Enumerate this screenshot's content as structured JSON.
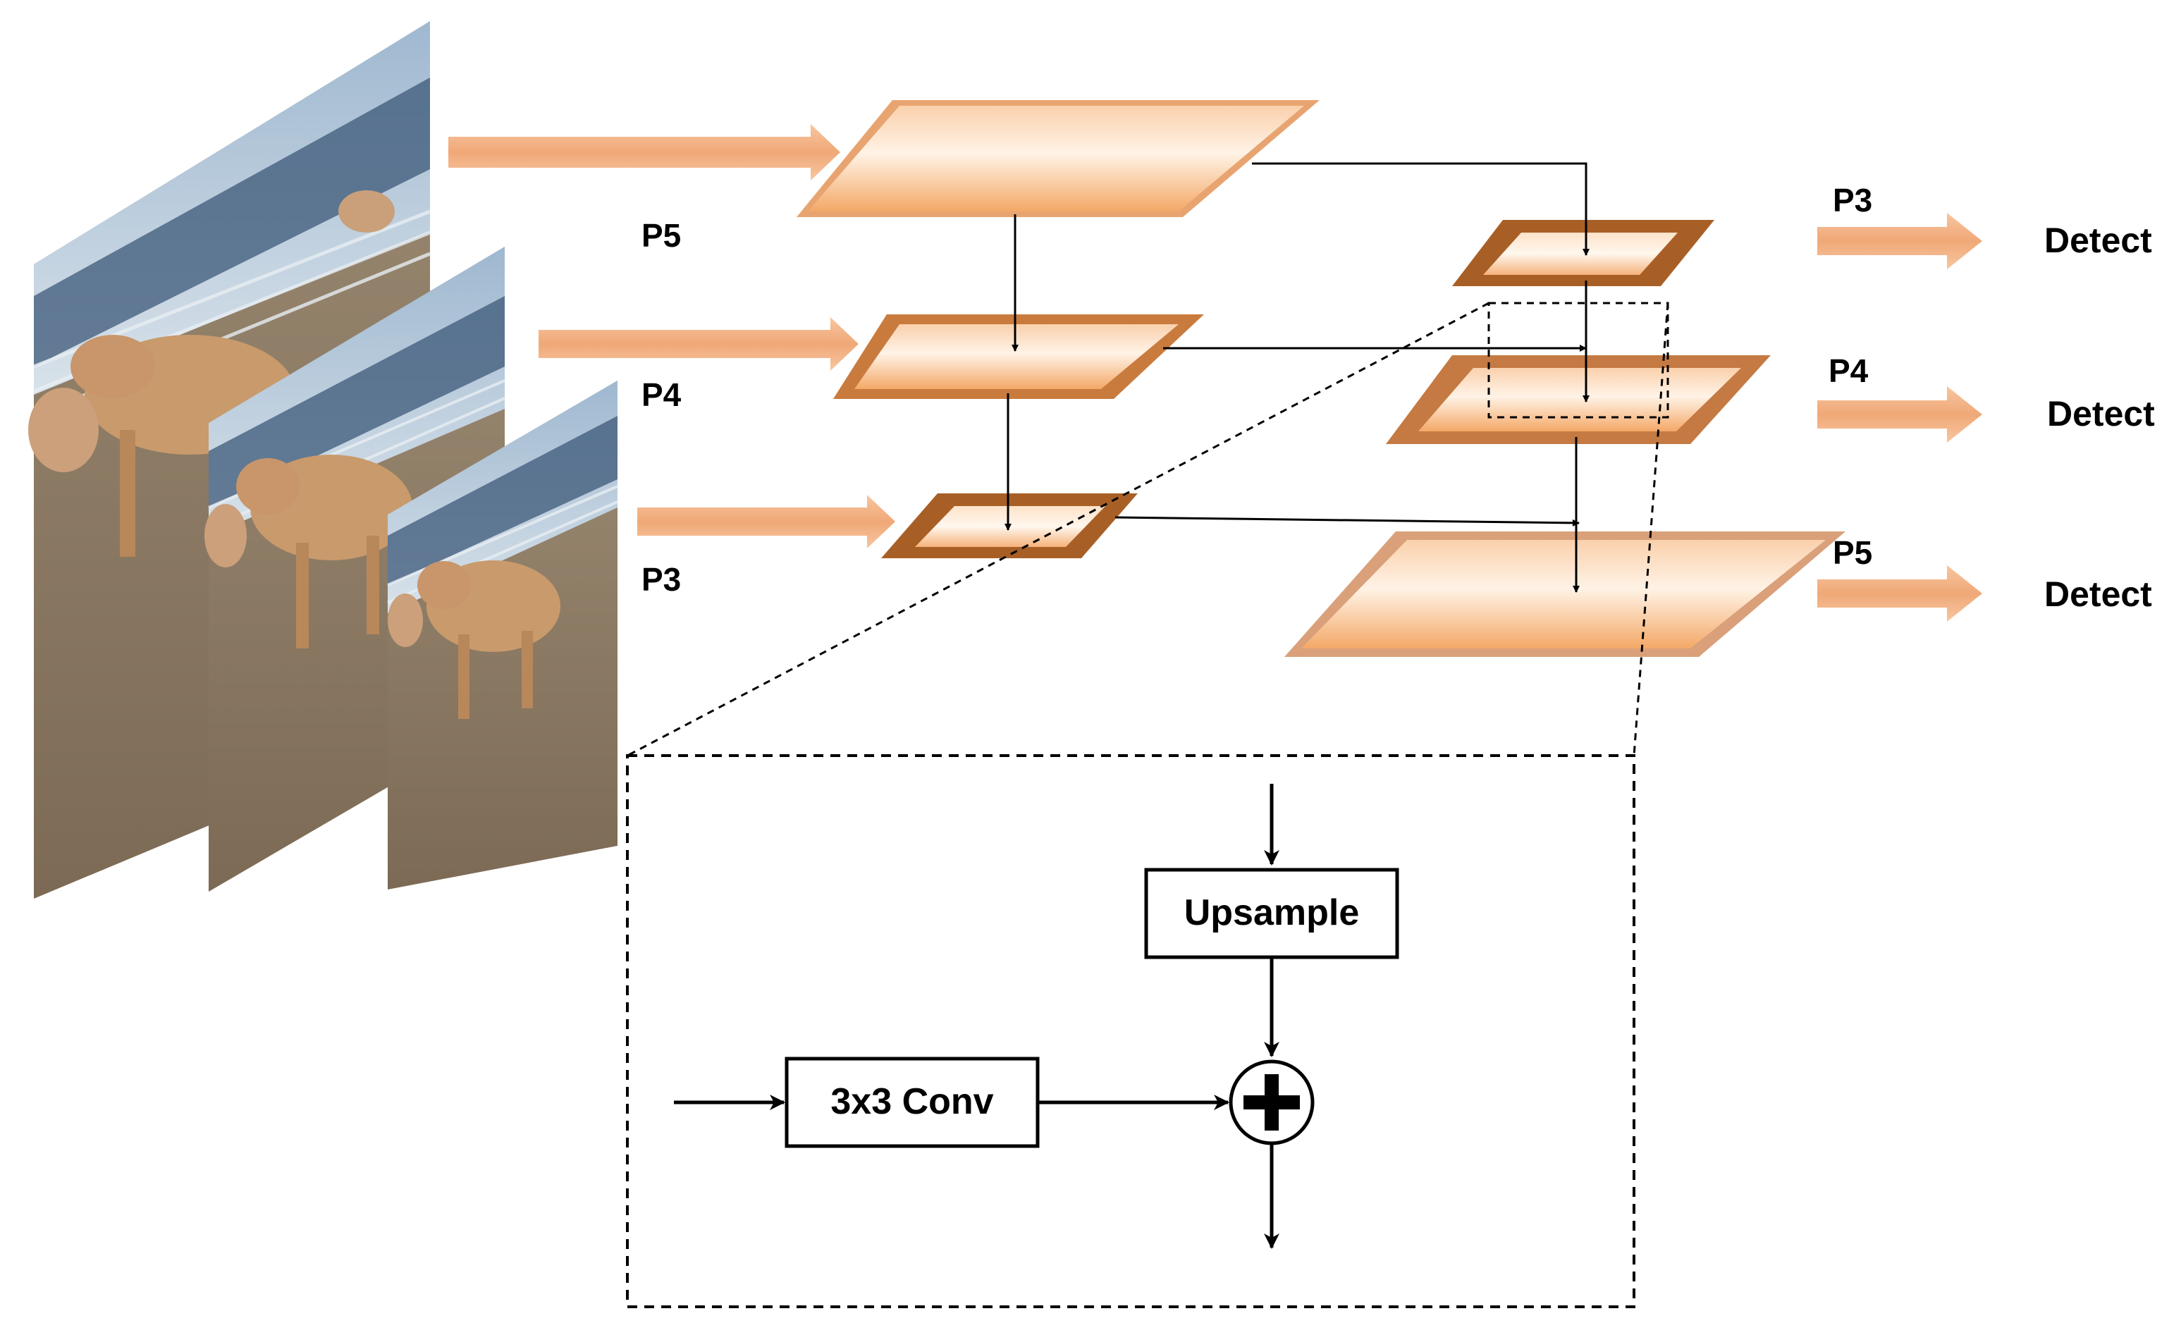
{
  "colors": {
    "arrow": "#F2B38A",
    "plate_light": "#FDE7D3",
    "plate_mid": "#F7B37D",
    "plate_edge": "#C77A3E",
    "plate_edge_dark": "#A65E25",
    "line": "#000000"
  },
  "input_images": {
    "description_icon": "cow-barn-photo",
    "count": 3
  },
  "labels": {
    "left_p5": "P5",
    "left_p4": "P4",
    "left_p3": "P3",
    "right_p3": "P3",
    "right_p4": "P4",
    "right_p5": "P5",
    "detect_1": "Detect",
    "detect_2": "Detect",
    "detect_3": "Detect"
  },
  "detail": {
    "upsample": "Upsample",
    "conv": "3x3 Conv",
    "add_icon": "plus-circle-icon"
  }
}
